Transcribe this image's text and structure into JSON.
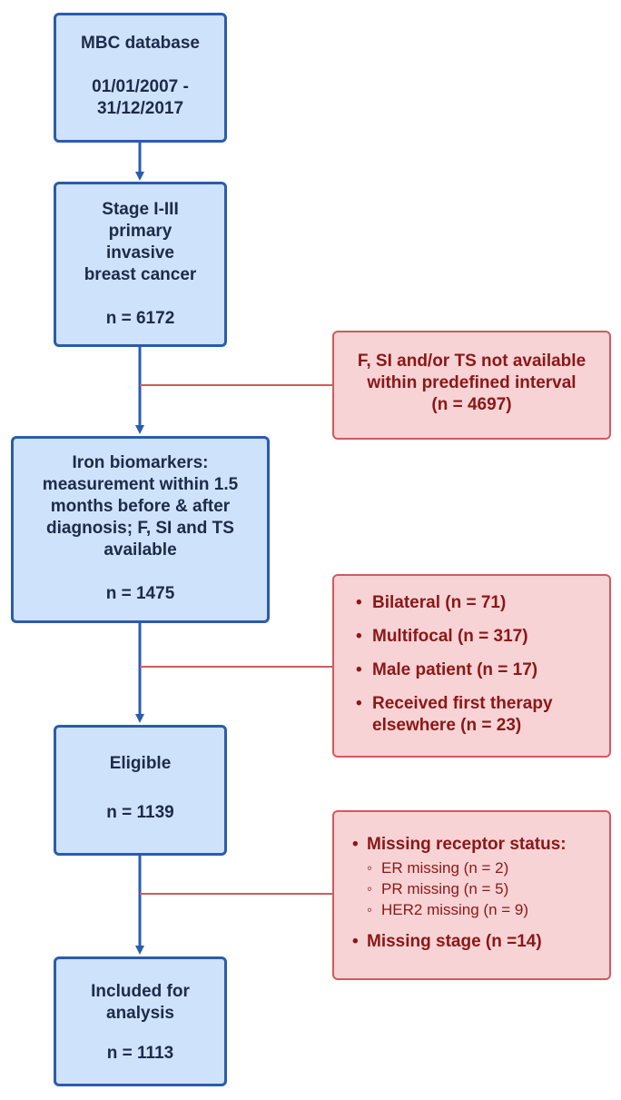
{
  "boxes": {
    "mbc": {
      "line1": "MBC database",
      "line2": "01/01/2007 -",
      "line3": "31/12/2017"
    },
    "stage": {
      "line1": "Stage I-III",
      "line2": "primary",
      "line3": "invasive",
      "line4": "breast cancer",
      "count": "n = 6172"
    },
    "iron": {
      "line1": "Iron biomarkers:",
      "line2": "measurement within 1.5",
      "line3": "months before & after",
      "line4": "diagnosis; F, SI and TS",
      "line5": "available",
      "count": "n = 1475"
    },
    "eligible": {
      "line1": "Eligible",
      "count": "n = 1139"
    },
    "included": {
      "line1": "Included for",
      "line2": "analysis",
      "count": "n = 1113"
    }
  },
  "exclusions": {
    "first": {
      "line1": "F, SI and/or TS not available",
      "line2": "within predefined interval",
      "line3": "(n = 4697)"
    },
    "second": {
      "items": [
        "Bilateral (n = 71)",
        "Multifocal (n = 317)",
        "Male patient (n = 17)",
        "Received first therapy elsewhere (n = 23)"
      ]
    },
    "third": {
      "receptor_label": "Missing receptor status:",
      "sub_items": [
        "ER missing (n = 2)",
        "PR missing (n = 5)",
        "HER2 missing (n = 9)"
      ],
      "stage_label": "Missing stage (n =14)"
    }
  },
  "colors": {
    "main_box_fill": "#cfe2fb",
    "main_box_border": "#2a5cae",
    "exclusion_fill": "#f8d3d5",
    "exclusion_border": "#d05a5e",
    "exclusion_text": "#8b1717"
  }
}
